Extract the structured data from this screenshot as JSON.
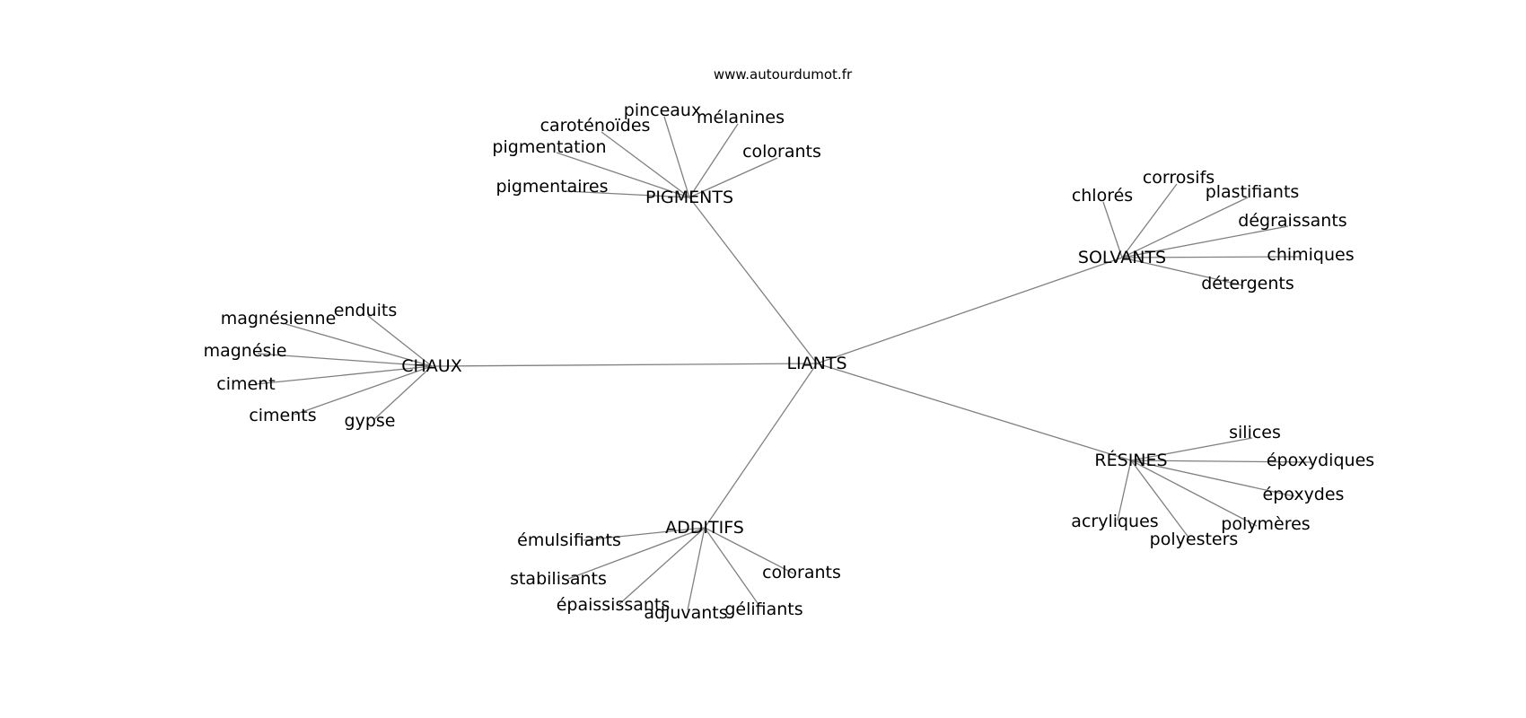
{
  "watermark": "www.autourdumot.fr",
  "center": {
    "id": "liants",
    "label": "LIANTS"
  },
  "groups": [
    {
      "id": "pigments",
      "label": "PIGMENTS",
      "leaves": [
        "pinceaux",
        "mélanines",
        "caroténoïdes",
        "pigmentation",
        "colorants",
        "pigmentaires"
      ]
    },
    {
      "id": "solvants",
      "label": "SOLVANTS",
      "leaves": [
        "corrosifs",
        "chlorés",
        "plastifiants",
        "dégraissants",
        "chimiques",
        "détergents"
      ]
    },
    {
      "id": "chaux",
      "label": "CHAUX",
      "leaves": [
        "enduits",
        "magnésienne",
        "magnésie",
        "ciment",
        "ciments",
        "gypse"
      ]
    },
    {
      "id": "resines",
      "label": "RÉSINES",
      "leaves": [
        "silices",
        "époxydiques",
        "époxydes",
        "polymères",
        "acryliques",
        "polyesters"
      ]
    },
    {
      "id": "additifs",
      "label": "ADDITIFS",
      "leaves": [
        "émulsifiants",
        "stabilisants",
        "colorants",
        "épaississants",
        "adjuvants",
        "gélifiants"
      ]
    }
  ]
}
